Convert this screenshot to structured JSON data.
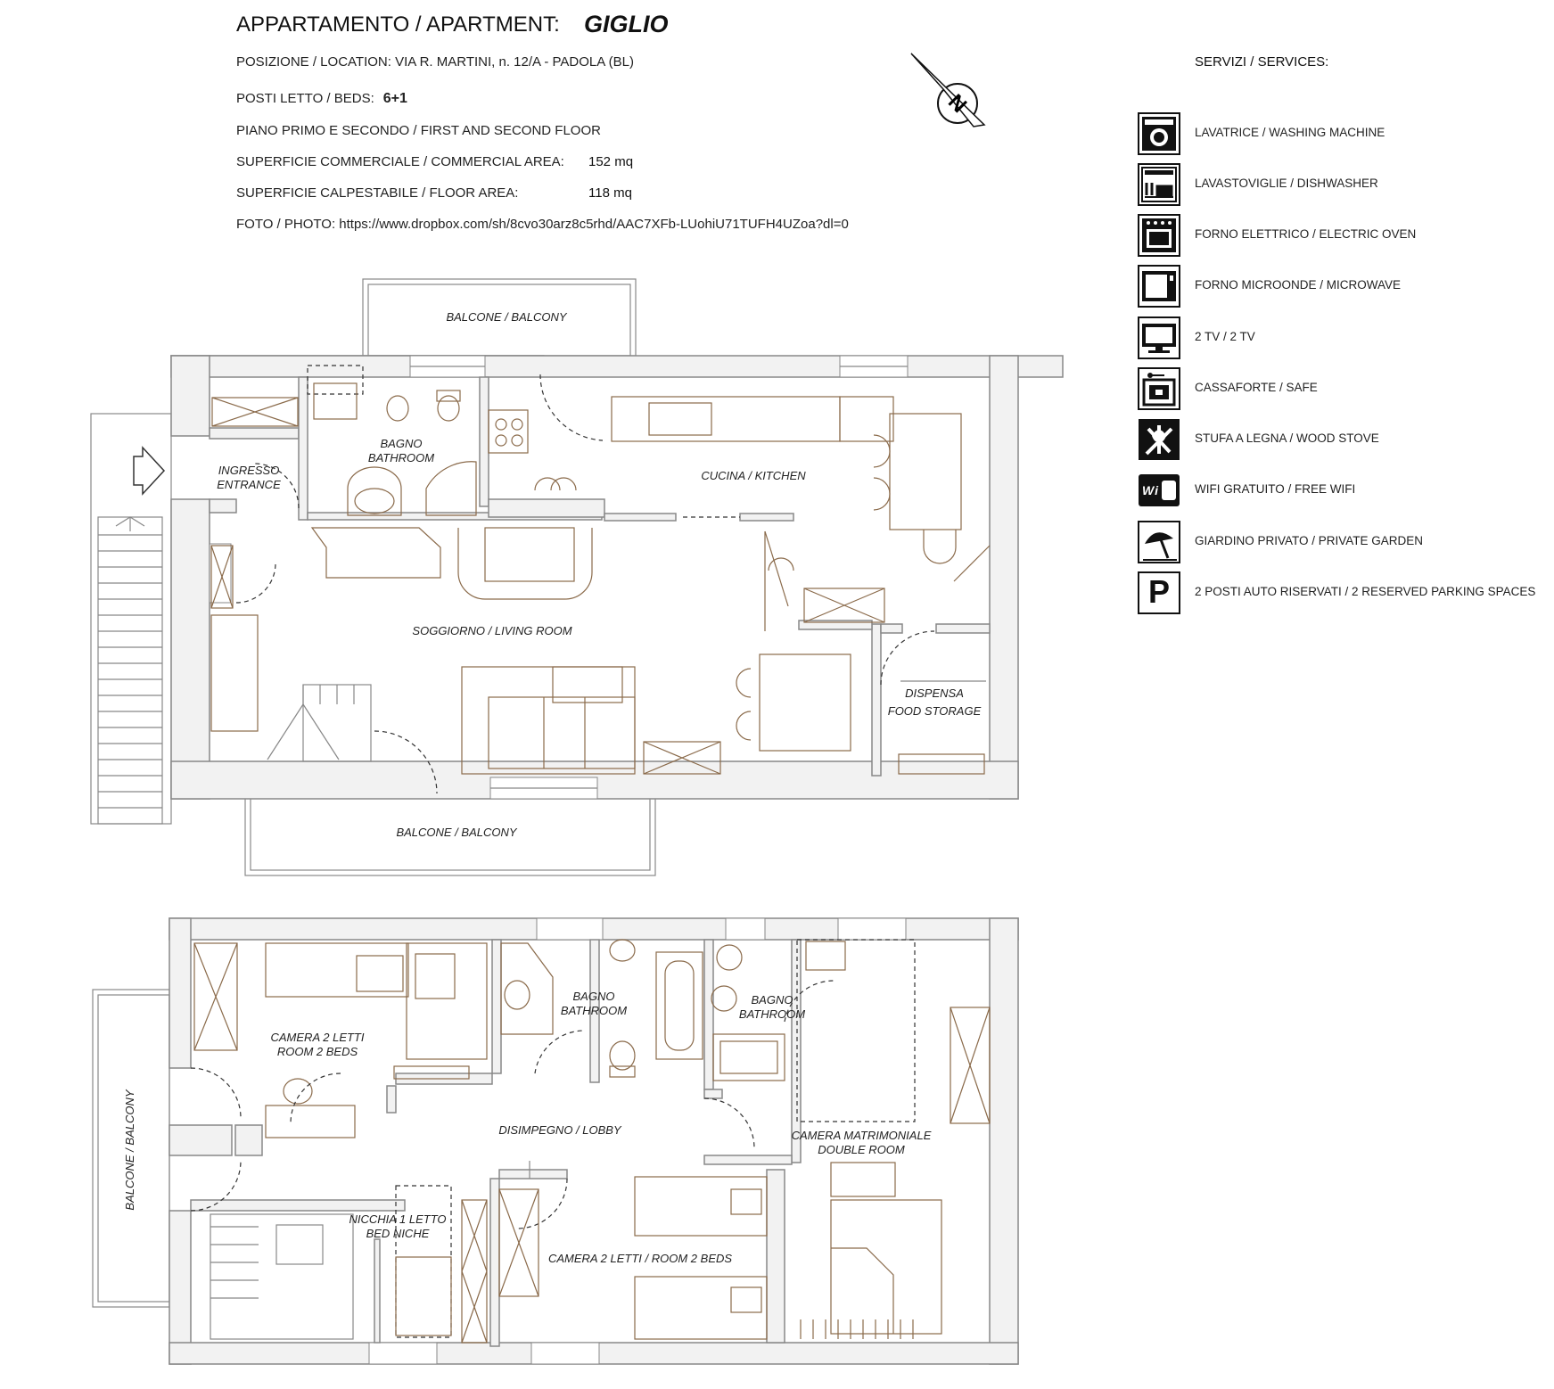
{
  "header": {
    "title_label": "APPARTAMENTO / APARTMENT:",
    "title_value": "GIGLIO",
    "location": "POSIZIONE / LOCATION: VIA R. MARTINI, n. 12/A - PADOLA (BL)",
    "beds_label": "POSTI LETTO / BEDS:",
    "beds_value": "6+1",
    "floor": "PIANO PRIMO E SECONDO / FIRST AND SECOND FLOOR",
    "commercial_area_label": "SUPERFICIE COMMERCIALE / COMMERCIAL AREA:",
    "commercial_area_value": "152 mq",
    "floor_area_label": "SUPERFICIE CALPESTABILE / FLOOR AREA:",
    "floor_area_value": "118 mq",
    "photo": "FOTO / PHOTO: https://www.dropbox.com/sh/8cvo30arz8c5rhd/AAC7XFb-LUohiU71TUFH4UZoa?dl=0"
  },
  "services": {
    "title": "SERVIZI / SERVICES:",
    "items": [
      {
        "label": "LAVATRICE / WASHING MACHINE",
        "icon": "washing-machine-icon"
      },
      {
        "label": "LAVASTOVIGLIE / DISHWASHER",
        "icon": "dishwasher-icon"
      },
      {
        "label": "FORNO ELETTRICO / ELECTRIC OVEN",
        "icon": "oven-icon"
      },
      {
        "label": "FORNO MICROONDE / MICROWAVE",
        "icon": "microwave-icon"
      },
      {
        "label": "2 TV / 2 TV",
        "icon": "tv-icon"
      },
      {
        "label": "CASSAFORTE / SAFE",
        "icon": "safe-icon"
      },
      {
        "label": "STUFA A LEGNA / WOOD STOVE",
        "icon": "wood-stove-icon"
      },
      {
        "label": "WIFI GRATUITO / FREE WIFI",
        "icon": "wifi-icon"
      },
      {
        "label": "GIARDINO PRIVATO / PRIVATE GARDEN",
        "icon": "garden-umbrella-icon"
      },
      {
        "label": "2 POSTI AUTO RISERVATI / 2 RESERVED PARKING SPACES",
        "icon": "parking-icon"
      }
    ]
  },
  "wifi_badge": "Wi Fi",
  "parking_badge": "P",
  "compass_letter": "N",
  "first_floor": {
    "balcony_top": "BALCONE / BALCONY",
    "balcony_bottom": "BALCONE / BALCONY",
    "entrance": [
      "INGRESSO",
      "ENTRANCE"
    ],
    "bathroom": [
      "BAGNO",
      "BATHROOM"
    ],
    "kitchen": "CUCINA / KITCHEN",
    "living": "SOGGIORNO / LIVING ROOM",
    "storage": [
      "DISPENSA",
      "FOOD STORAGE"
    ]
  },
  "second_floor": {
    "balcony_side": "BALCONE / BALCONY",
    "room_2beds_a": [
      "CAMERA 2 LETTI",
      "ROOM 2 BEDS"
    ],
    "bathroom_a": [
      "BAGNO",
      "BATHROOM"
    ],
    "bathroom_b": [
      "BAGNO",
      "BATHROOM"
    ],
    "lobby": "DISIMPEGNO / LOBBY",
    "double_room": [
      "CAMERA MATRIMONIALE",
      "DOUBLE ROOM"
    ],
    "bed_niche": [
      "NICCHIA 1 LETTO",
      "BED NICHE"
    ],
    "room_2beds_b": "CAMERA 2 LETTI / ROOM 2 BEDS"
  },
  "colors": {
    "wall_fill": "#f2f2f2",
    "wall_line": "#888888",
    "furniture": "#8a6a4a",
    "text": "#222222"
  }
}
